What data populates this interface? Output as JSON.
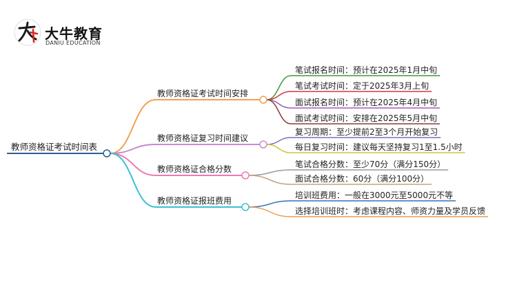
{
  "brand": {
    "name_cn": "大牛教育",
    "name_en": "DANIU EDUCATION",
    "colors": {
      "mark_red": "#d7261f",
      "mark_black": "#1a1a1a"
    }
  },
  "mindmap": {
    "root": {
      "label": "教师资格证考试时间表",
      "color": "#2a5d8f"
    },
    "branches": [
      {
        "label": "教师资格证考试时间安排",
        "color": "#f0a050",
        "leaves": [
          {
            "label": "笔试报名时间：预计在2025年1月中旬",
            "color": "#3a9a3a"
          },
          {
            "label": "笔试考试时间：定于2025年3月上旬",
            "color": "#d9333f"
          },
          {
            "label": "面试报名时间：预计在2025年4月中旬",
            "color": "#9f5fb0"
          },
          {
            "label": "面试考试时间：安排在2025年5月中旬",
            "color": "#8e3a3a"
          }
        ]
      },
      {
        "label": "教师资格证复习时间建议",
        "color": "#c78ad1",
        "leaves": [
          {
            "label": "复习周期：至少提前2至3个月开始复习",
            "color": "#7b6eb8"
          },
          {
            "label": "每日复习时间：建议每天坚持复习1至1.5小时",
            "color": "#c9c93a"
          }
        ]
      },
      {
        "label": "教师资格证合格分数",
        "color": "#f07ab0",
        "leaves": [
          {
            "label": "笔试合格分数：至少70分（满分150分）",
            "color": "#999999"
          },
          {
            "label": "面试合格分数：60分（满分100分）",
            "color": "#c8a07a"
          }
        ]
      },
      {
        "label": "教师资格证报班费用",
        "color": "#3bbfd0",
        "leaves": [
          {
            "label": "培训班费用：一般在3000元至5000元不等",
            "color": "#2f74b8"
          },
          {
            "label": "选择培训班时：考虑课程内容、师资力量及学员反馈",
            "color": "#f09a50"
          }
        ]
      }
    ]
  }
}
